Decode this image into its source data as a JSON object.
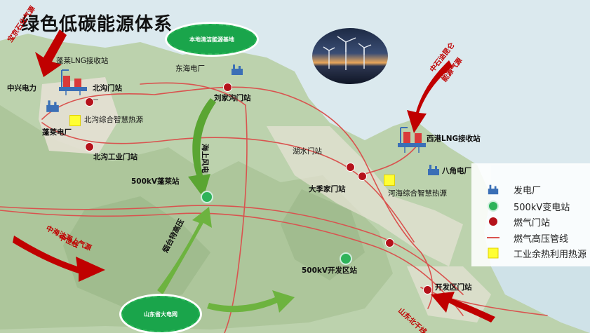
{
  "title": "绿色低碳能源体系",
  "ovals": {
    "top": "本地清洁能源基地",
    "bottom": "山东省大电网"
  },
  "pipelines": {
    "baojing": "宝京石化气源",
    "zhonghai": "中海油海上气源",
    "zhongshi_line": "中世线",
    "zhongshiyou": "中石油昆仑",
    "nenglian": "能源气源",
    "shandong_north": "山东北干线"
  },
  "places": {
    "penglai_lng": "蓬莱LNG接收站",
    "zhongxing": "中兴电力",
    "beigou_gate": "北沟门站",
    "beigou_heat": "北沟综合智慧热源",
    "penglai_power": "蓬莱电厂",
    "beigou_industrial": "北沟工业门站",
    "donghai_power": "东海电厂",
    "liujiagou_gate": "刘家沟门站",
    "xigang_lng": "西港LNG接收站",
    "bajiao_power": "八角电厂",
    "hushui_gate": "湖水门站",
    "dajijia_gate": "大季家门站",
    "hehai_heat": "河海综合智慧热源",
    "sub_penglai": "500kV蓬莱站",
    "sub_kaifa": "500kV开发区站",
    "kaifa_gate": "开发区门站",
    "haishang_road": "海上风电",
    "yantai_road": "烟台特高压"
  },
  "legend": {
    "power_plant": "发电厂",
    "substation": "500kV变电站",
    "gas_gate": "燃气门站",
    "gas_pipeline": "燃气高压管线",
    "industrial_heat": "工业余热利用热源"
  },
  "colors": {
    "pipeline": "#d9534f",
    "station": "#b5121b",
    "substation": "#2eb35a",
    "heat": "#ffff33",
    "arrow_red": "#c00000",
    "arrow_green": "#5aa532"
  }
}
